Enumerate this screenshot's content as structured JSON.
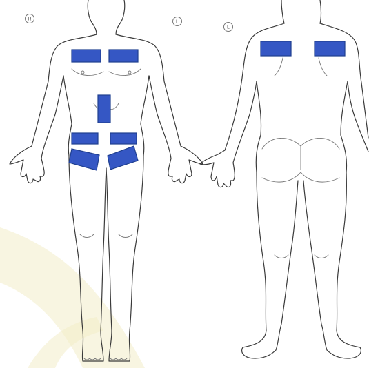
{
  "colors": {
    "pad_fill": "#3557c4",
    "pad_stroke": "#1f3f8f",
    "outline": "#3a3a3a",
    "watermark": "#f2ecc9"
  },
  "markers": {
    "front_right": "R",
    "front_left": "L",
    "back_left": "L"
  },
  "views": {
    "front": {
      "pads": [
        "right-chest",
        "left-chest",
        "abdomen",
        "right-lower-abdomen",
        "left-lower-abdomen",
        "right-groin",
        "left-groin"
      ]
    },
    "back": {
      "pads": [
        "right-shoulder-blade",
        "left-shoulder-blade"
      ]
    }
  }
}
